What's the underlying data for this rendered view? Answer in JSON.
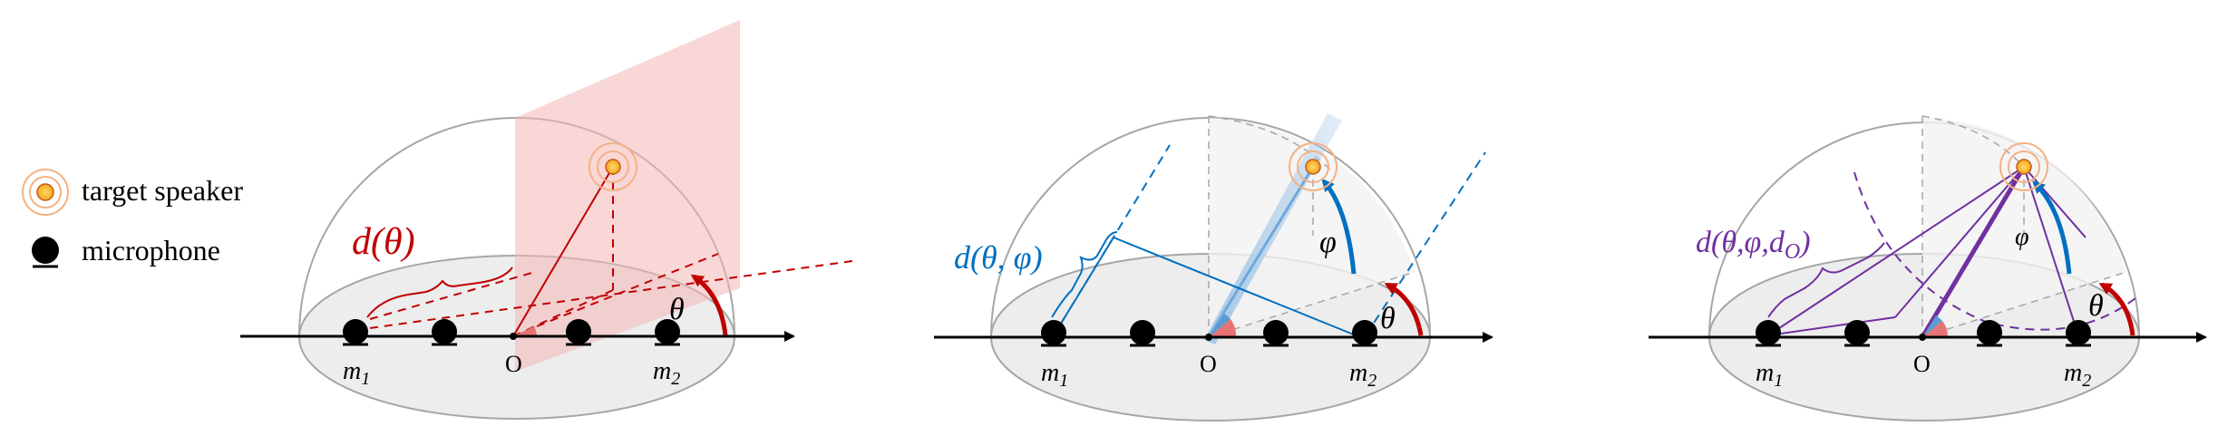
{
  "legend": {
    "target_label": "target speaker",
    "mic_label": "microphone"
  },
  "panels": [
    {
      "label": "d(θ)",
      "angle_theta": "θ",
      "mic1": "m",
      "mic1_sub": "1",
      "origin": "O",
      "mic2": "m",
      "mic2_sub": "2"
    },
    {
      "label": "d(θ, φ)",
      "angle_theta": "θ",
      "angle_phi": "φ",
      "mic1": "m",
      "mic1_sub": "1",
      "origin": "O",
      "mic2": "m",
      "mic2_sub": "2"
    },
    {
      "label": "d(θ,φ,d",
      "label_sub": "O",
      "label_close": ")",
      "angle_theta": "θ",
      "angle_phi": "φ",
      "mic1": "m",
      "mic1_sub": "1",
      "origin": "O",
      "mic2": "m",
      "mic2_sub": "2"
    }
  ],
  "colors": {
    "panel1_accent": "#c00000",
    "panel2_accent": "#0070c0",
    "panel3_accent": "#7030a0",
    "speaker": "#f5a623"
  }
}
